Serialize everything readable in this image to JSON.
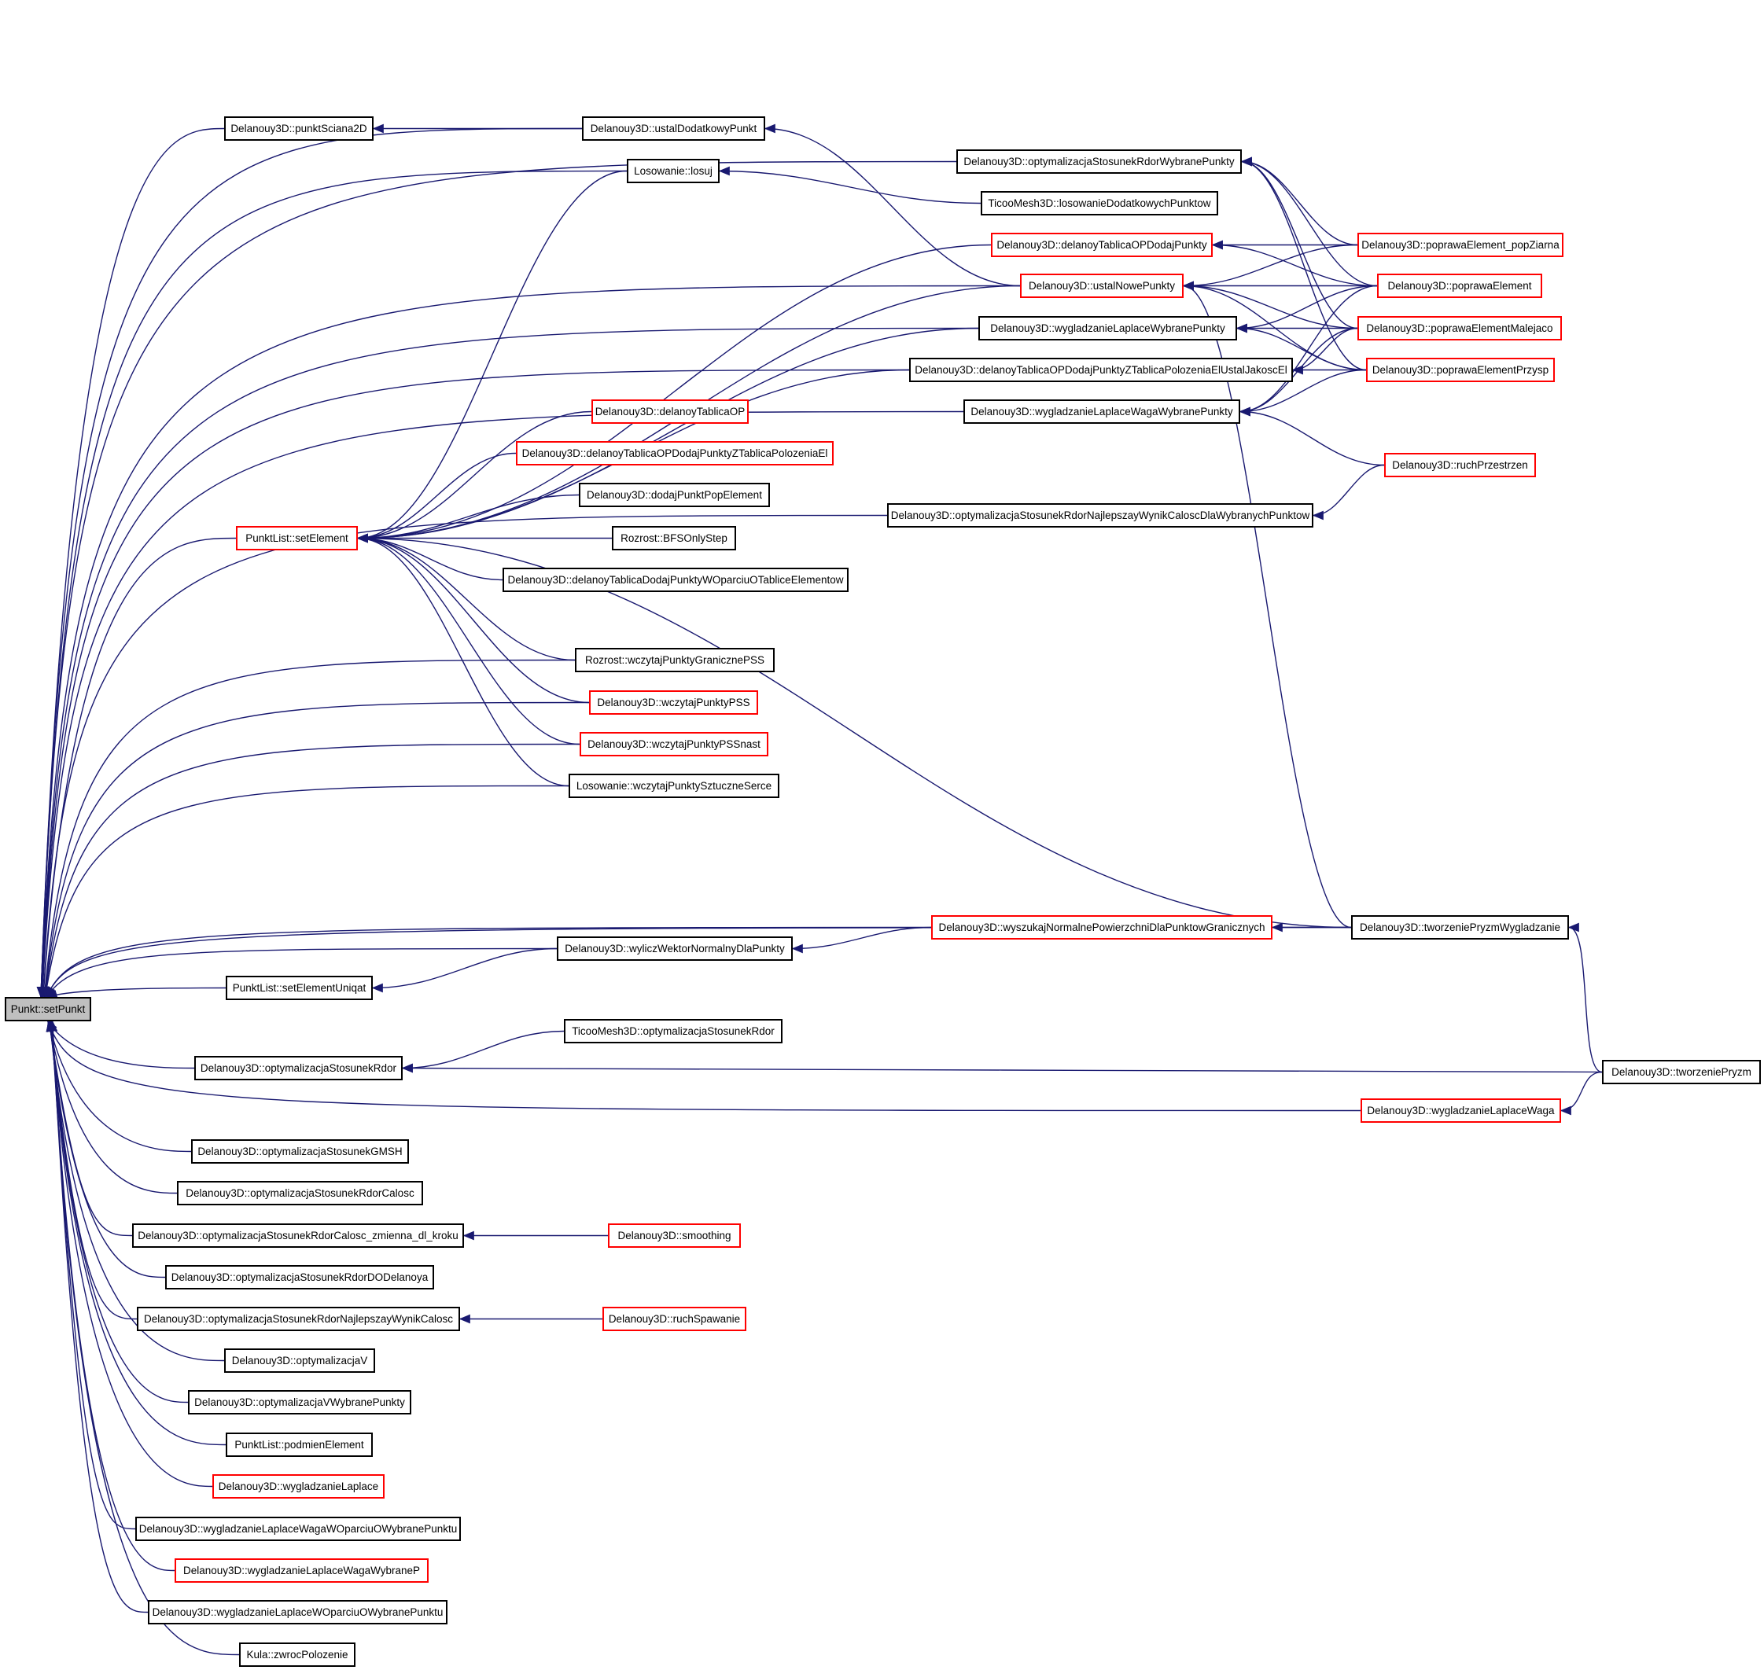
{
  "colors": {
    "edge": "#191970",
    "border_default": "#000000",
    "border_truncated": "#ff0000",
    "root_fill": "#bfbfbf"
  },
  "nodes": [
    {
      "id": "n0",
      "label": "Punkt::setPunkt",
      "root": true
    },
    {
      "id": "n1",
      "label": "Delanouy3D::punktSciana2D"
    },
    {
      "id": "n2",
      "label": "Delanouy3D::ustalDodatkowyPunkt"
    },
    {
      "id": "n3",
      "label": "Losowanie::losuj"
    },
    {
      "id": "n4",
      "label": "Delanouy3D::optymalizacjaStosunekRdorWybranePunkty"
    },
    {
      "id": "n5",
      "label": "TicooMesh3D::losowanieDodatkowychPunktow"
    },
    {
      "id": "n6",
      "label": "Delanouy3D::delanoyTablicaOPDodajPunkty",
      "red": true
    },
    {
      "id": "n7",
      "label": "Delanouy3D::poprawaElement_popZiarna",
      "red": true
    },
    {
      "id": "n8",
      "label": "Delanouy3D::ustalNowePunkty",
      "red": true
    },
    {
      "id": "n9",
      "label": "Delanouy3D::poprawaElement",
      "red": true
    },
    {
      "id": "n10",
      "label": "Delanouy3D::wygladzanieLaplaceWybranePunkty"
    },
    {
      "id": "n11",
      "label": "Delanouy3D::poprawaElementMalejaco",
      "red": true
    },
    {
      "id": "n12",
      "label": "Delanouy3D::delanoyTablicaOPDodajPunktyZTablicaPolozeniaElUstalJakoscEl"
    },
    {
      "id": "n13",
      "label": "Delanouy3D::poprawaElementPrzysp",
      "red": true
    },
    {
      "id": "n14",
      "label": "Delanouy3D::delanoyTablicaOP",
      "red": true
    },
    {
      "id": "n15",
      "label": "Delanouy3D::wygladzanieLaplaceWagaWybranePunkty"
    },
    {
      "id": "n16",
      "label": "Delanouy3D::delanoyTablicaOPDodajPunktyZTablicaPolozeniaEl",
      "red": true
    },
    {
      "id": "n17",
      "label": "Delanouy3D::ruchPrzestrzen",
      "red": true
    },
    {
      "id": "n18",
      "label": "Delanouy3D::dodajPunktPopElement"
    },
    {
      "id": "n19",
      "label": "Delanouy3D::optymalizacjaStosunekRdorNajlepszayWynikCaloscDlaWybranychPunktow"
    },
    {
      "id": "n20",
      "label": "PunktList::setElement",
      "red": true
    },
    {
      "id": "n21",
      "label": "Rozrost::BFSOnlyStep"
    },
    {
      "id": "n22",
      "label": "Delanouy3D::delanoyTablicaDodajPunktyWOparciuOTabliceElementow"
    },
    {
      "id": "n23",
      "label": "Rozrost::wczytajPunktyGranicznePSS"
    },
    {
      "id": "n24",
      "label": "Delanouy3D::wczytajPunktyPSS",
      "red": true
    },
    {
      "id": "n25",
      "label": "Delanouy3D::wczytajPunktyPSSnast",
      "red": true
    },
    {
      "id": "n26",
      "label": "Losowanie::wczytajPunktySztuczneSerce"
    },
    {
      "id": "n27",
      "label": "Delanouy3D::wyszukajNormalnePowierzchniDlaPunktowGranicznych",
      "red": true
    },
    {
      "id": "n28",
      "label": "Delanouy3D::tworzeniePryzmWygladzanie"
    },
    {
      "id": "n29",
      "label": "Delanouy3D::wyliczWektorNormalnyDlaPunkty"
    },
    {
      "id": "n30",
      "label": "PunktList::setElementUniqat"
    },
    {
      "id": "n31",
      "label": "TicooMesh3D::optymalizacjaStosunekRdor"
    },
    {
      "id": "n32",
      "label": "Delanouy3D::optymalizacjaStosunekRdor"
    },
    {
      "id": "n33",
      "label": "Delanouy3D::tworzeniePryzm"
    },
    {
      "id": "n34",
      "label": "Delanouy3D::wygladzanieLaplaceWaga",
      "red": true
    },
    {
      "id": "n35",
      "label": "Delanouy3D::optymalizacjaStosunekGMSH"
    },
    {
      "id": "n36",
      "label": "Delanouy3D::optymalizacjaStosunekRdorCalosc"
    },
    {
      "id": "n37",
      "label": "Delanouy3D::optymalizacjaStosunekRdorCalosc_zmienna_dl_kroku"
    },
    {
      "id": "n38",
      "label": "Delanouy3D::smoothing",
      "red": true
    },
    {
      "id": "n39",
      "label": "Delanouy3D::optymalizacjaStosunekRdorDODelanoya"
    },
    {
      "id": "n40",
      "label": "Delanouy3D::optymalizacjaStosunekRdorNajlepszayWynikCalosc"
    },
    {
      "id": "n41",
      "label": "Delanouy3D::ruchSpawanie",
      "red": true
    },
    {
      "id": "n42",
      "label": "Delanouy3D::optymalizacjaV"
    },
    {
      "id": "n43",
      "label": "Delanouy3D::optymalizacjaVWybranePunkty"
    },
    {
      "id": "n44",
      "label": "PunktList::podmienElement"
    },
    {
      "id": "n45",
      "label": "Delanouy3D::wygladzanieLaplace",
      "red": true
    },
    {
      "id": "n46",
      "label": "Delanouy3D::wygladzanieLaplaceWagaWOparciuOWybranePunktu"
    },
    {
      "id": "n47",
      "label": "Delanouy3D::wygladzanieLaplaceWagaWybraneP",
      "red": true
    },
    {
      "id": "n48",
      "label": "Delanouy3D::wygladzanieLaplaceWOparciuOWybranePunktu"
    },
    {
      "id": "n49",
      "label": "Kula::zwrocPolozenie"
    }
  ],
  "edges": [
    [
      "n0",
      "n1"
    ],
    [
      "n0",
      "n2"
    ],
    [
      "n0",
      "n3"
    ],
    [
      "n0",
      "n4"
    ],
    [
      "n0",
      "n8"
    ],
    [
      "n0",
      "n10"
    ],
    [
      "n0",
      "n12"
    ],
    [
      "n0",
      "n15"
    ],
    [
      "n0",
      "n19"
    ],
    [
      "n0",
      "n20"
    ],
    [
      "n0",
      "n23"
    ],
    [
      "n0",
      "n24"
    ],
    [
      "n0",
      "n25"
    ],
    [
      "n0",
      "n26"
    ],
    [
      "n0",
      "n27"
    ],
    [
      "n0",
      "n28"
    ],
    [
      "n0",
      "n29"
    ],
    [
      "n0",
      "n30"
    ],
    [
      "n0",
      "n32"
    ],
    [
      "n0",
      "n34"
    ],
    [
      "n0",
      "n35"
    ],
    [
      "n0",
      "n36"
    ],
    [
      "n0",
      "n37"
    ],
    [
      "n0",
      "n39"
    ],
    [
      "n0",
      "n40"
    ],
    [
      "n0",
      "n42"
    ],
    [
      "n0",
      "n43"
    ],
    [
      "n0",
      "n44"
    ],
    [
      "n0",
      "n45"
    ],
    [
      "n0",
      "n46"
    ],
    [
      "n0",
      "n47"
    ],
    [
      "n0",
      "n48"
    ],
    [
      "n0",
      "n49"
    ],
    [
      "n1",
      "n2"
    ],
    [
      "n2",
      "n8"
    ],
    [
      "n3",
      "n5"
    ],
    [
      "n4",
      "n7"
    ],
    [
      "n4",
      "n9"
    ],
    [
      "n4",
      "n11"
    ],
    [
      "n4",
      "n13"
    ],
    [
      "n6",
      "n7"
    ],
    [
      "n6",
      "n9"
    ],
    [
      "n8",
      "n7"
    ],
    [
      "n8",
      "n9"
    ],
    [
      "n8",
      "n11"
    ],
    [
      "n8",
      "n13"
    ],
    [
      "n8",
      "n28"
    ],
    [
      "n10",
      "n9"
    ],
    [
      "n10",
      "n11"
    ],
    [
      "n10",
      "n13"
    ],
    [
      "n12",
      "n11"
    ],
    [
      "n12",
      "n13"
    ],
    [
      "n15",
      "n9"
    ],
    [
      "n15",
      "n11"
    ],
    [
      "n15",
      "n13"
    ],
    [
      "n15",
      "n17"
    ],
    [
      "n19",
      "n17"
    ],
    [
      "n20",
      "n3"
    ],
    [
      "n20",
      "n6"
    ],
    [
      "n20",
      "n8"
    ],
    [
      "n20",
      "n10"
    ],
    [
      "n20",
      "n12"
    ],
    [
      "n20",
      "n14"
    ],
    [
      "n20",
      "n16"
    ],
    [
      "n20",
      "n18"
    ],
    [
      "n20",
      "n21"
    ],
    [
      "n20",
      "n22"
    ],
    [
      "n20",
      "n23"
    ],
    [
      "n20",
      "n24"
    ],
    [
      "n20",
      "n25"
    ],
    [
      "n20",
      "n26"
    ],
    [
      "n20",
      "n28"
    ],
    [
      "n27",
      "n28"
    ],
    [
      "n28",
      "n33"
    ],
    [
      "n29",
      "n27"
    ],
    [
      "n30",
      "n29"
    ],
    [
      "n32",
      "n31"
    ],
    [
      "n32",
      "n33"
    ],
    [
      "n34",
      "n33"
    ],
    [
      "n37",
      "n38"
    ],
    [
      "n40",
      "n41"
    ]
  ]
}
